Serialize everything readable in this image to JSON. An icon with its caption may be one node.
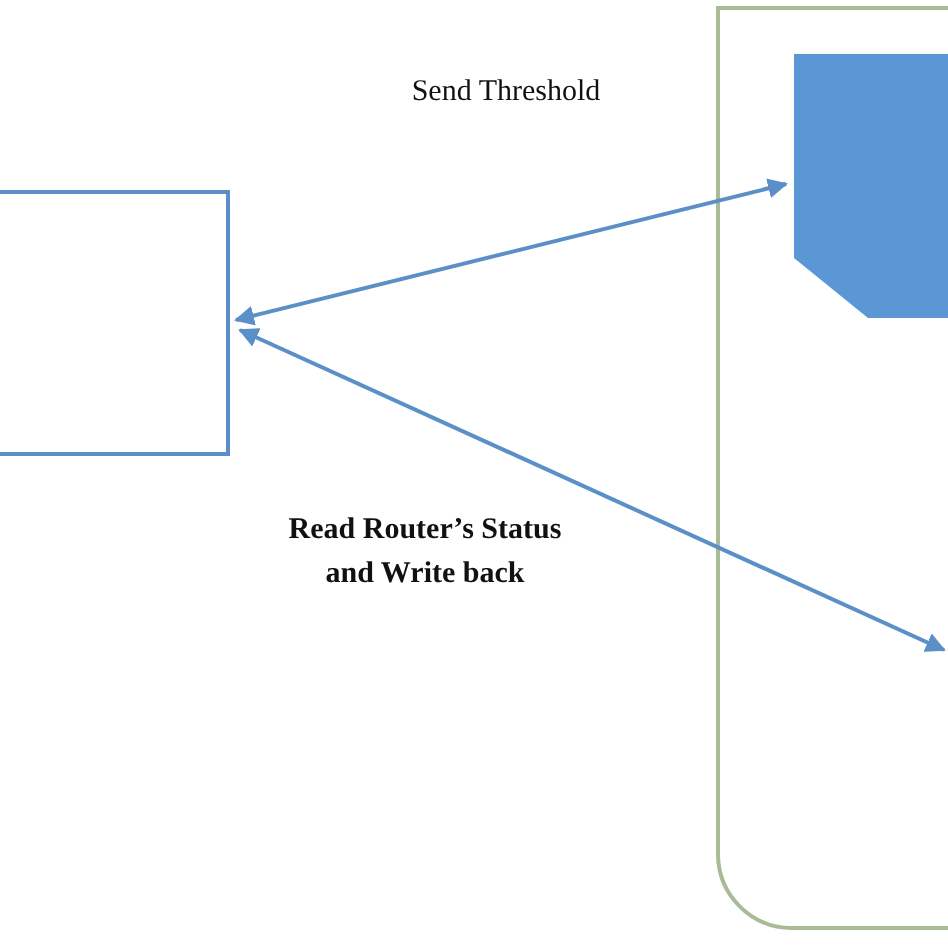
{
  "diagram": {
    "nodes": [
      {
        "text": [],
        "shape": "box"
      },
      {
        "text": [],
        "shape": "box"
      },
      {
        "text": [],
        "shape": "box",
        "in": 1
      }
    ],
    "edges": [
      {
        "from": 0,
        "to": 2,
        "arrow": "both"
      },
      {
        "from": 0,
        "to": 1,
        "arrow": "both"
      }
    ],
    "labels": [
      "Send Threshold",
      "Read Router’s Status and Write back"
    ]
  }
}
